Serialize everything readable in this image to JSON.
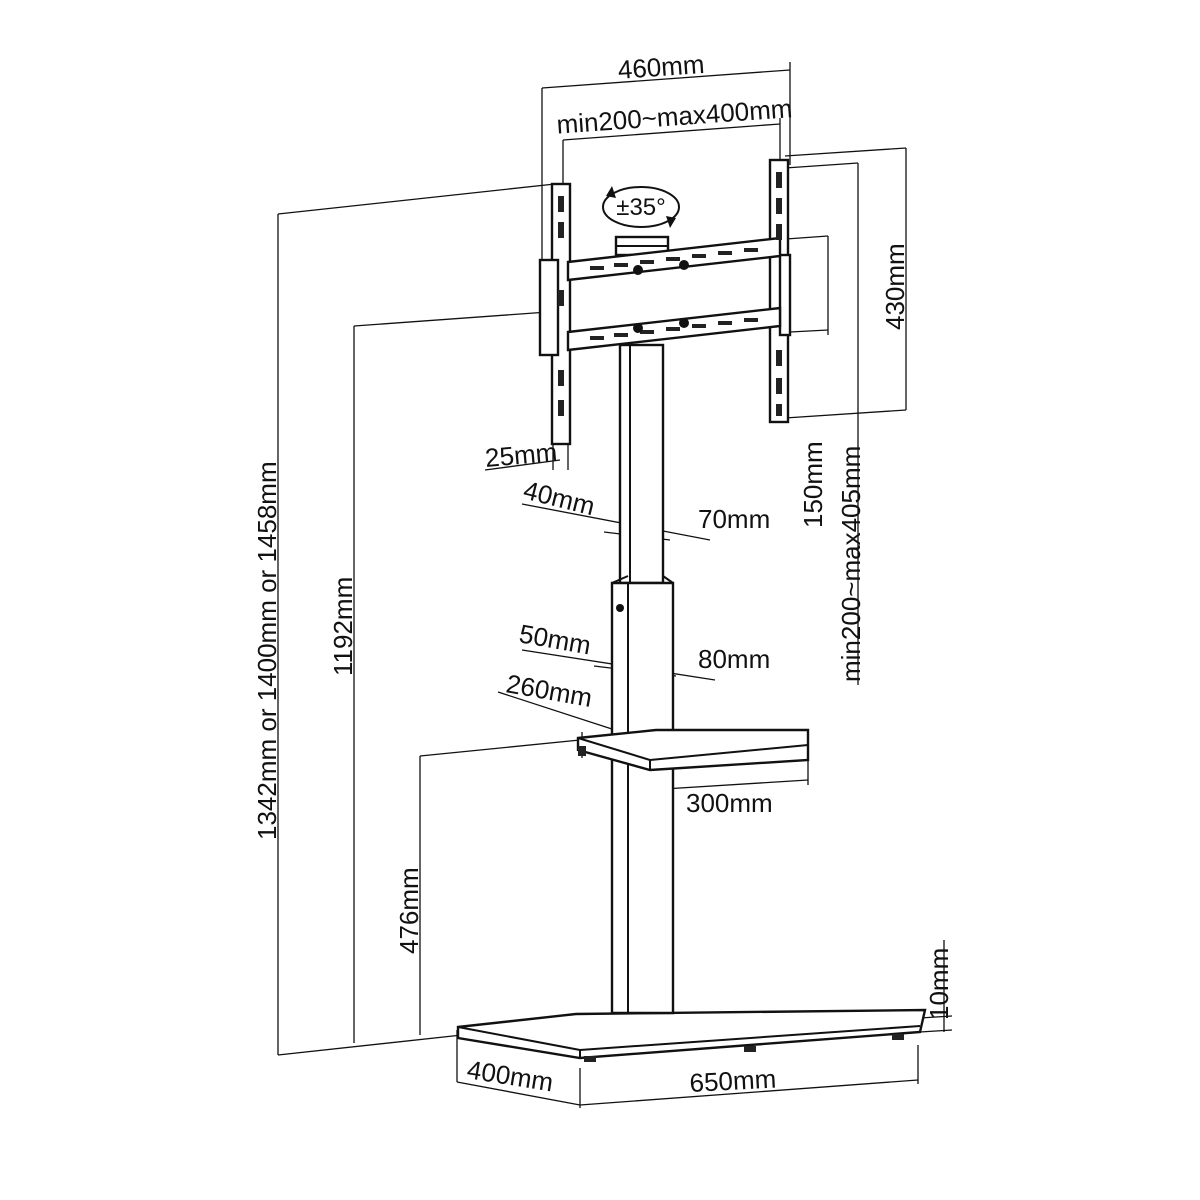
{
  "labels": {
    "overall_width": "460mm",
    "vesa_horizontal": "min200~max400mm",
    "tilt": "±35°",
    "bracket_height": "430mm",
    "bracket_depth": "25mm",
    "upper_column_depth": "40mm",
    "upper_column_width": "70mm",
    "arm_spacing": "150mm",
    "vesa_vertical": "min200~max405mm",
    "lower_column_depth": "50mm",
    "lower_column_width": "80mm",
    "shelf_depth": "260mm",
    "shelf_width": "300mm",
    "total_height": "1342mm or 1400mm or 1458mm",
    "screen_center_height": "1192mm",
    "shelf_height": "476mm",
    "base_thickness": "10mm",
    "base_depth": "400mm",
    "base_width": "650mm"
  }
}
